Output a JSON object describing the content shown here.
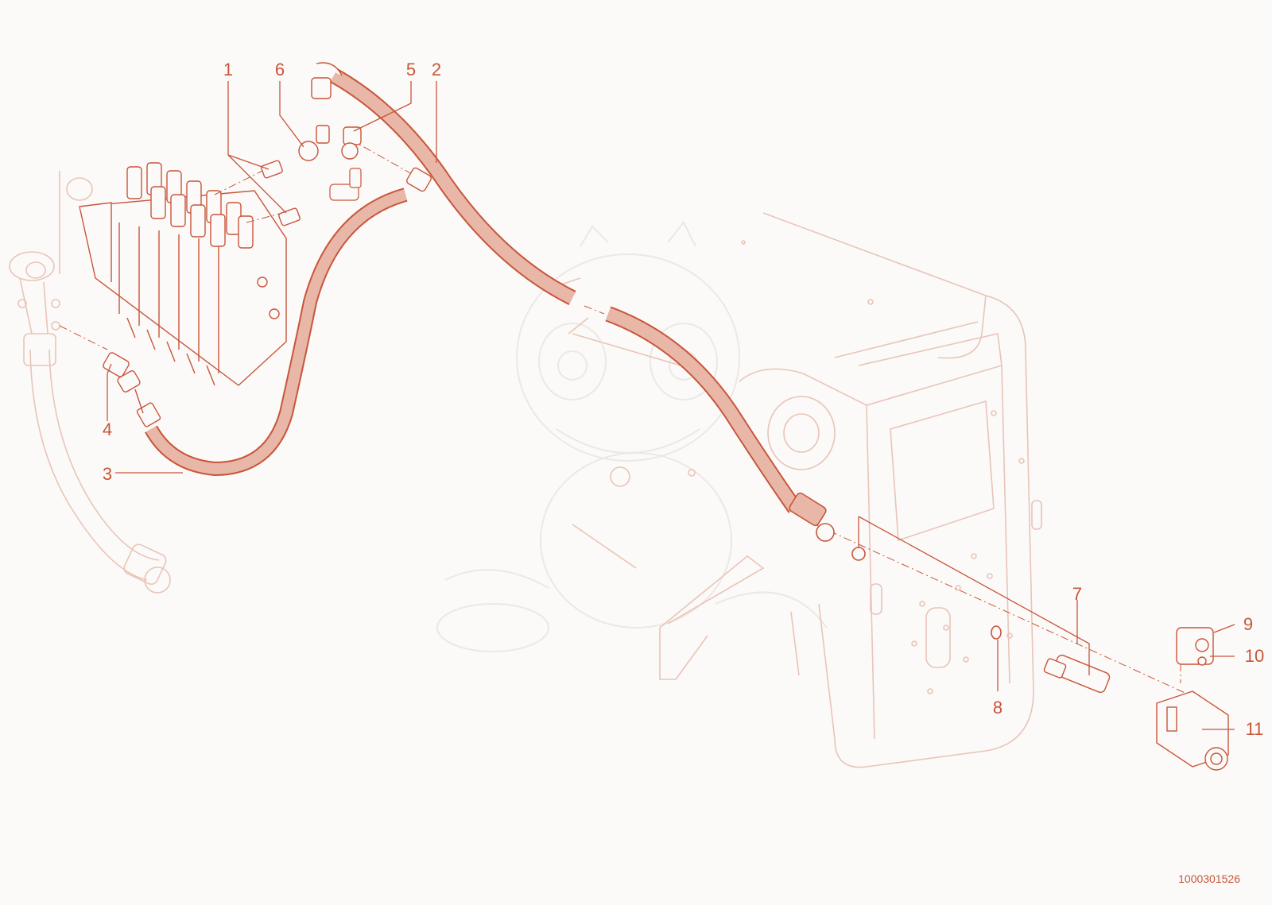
{
  "colors": {
    "background": "#fbfaf8",
    "accent": "#c8553a",
    "accent_fill": "#e8b7a7",
    "faded_line": "#e9c4b8",
    "watermark": "#ece8e4"
  },
  "callouts": {
    "c1": "1",
    "c2": "2",
    "c3": "3",
    "c4": "4",
    "c5": "5",
    "c6": "6",
    "c7": "7",
    "c8": "8",
    "c9": "9",
    "c10": "10",
    "c11": "11"
  },
  "document_number": "1000301526"
}
